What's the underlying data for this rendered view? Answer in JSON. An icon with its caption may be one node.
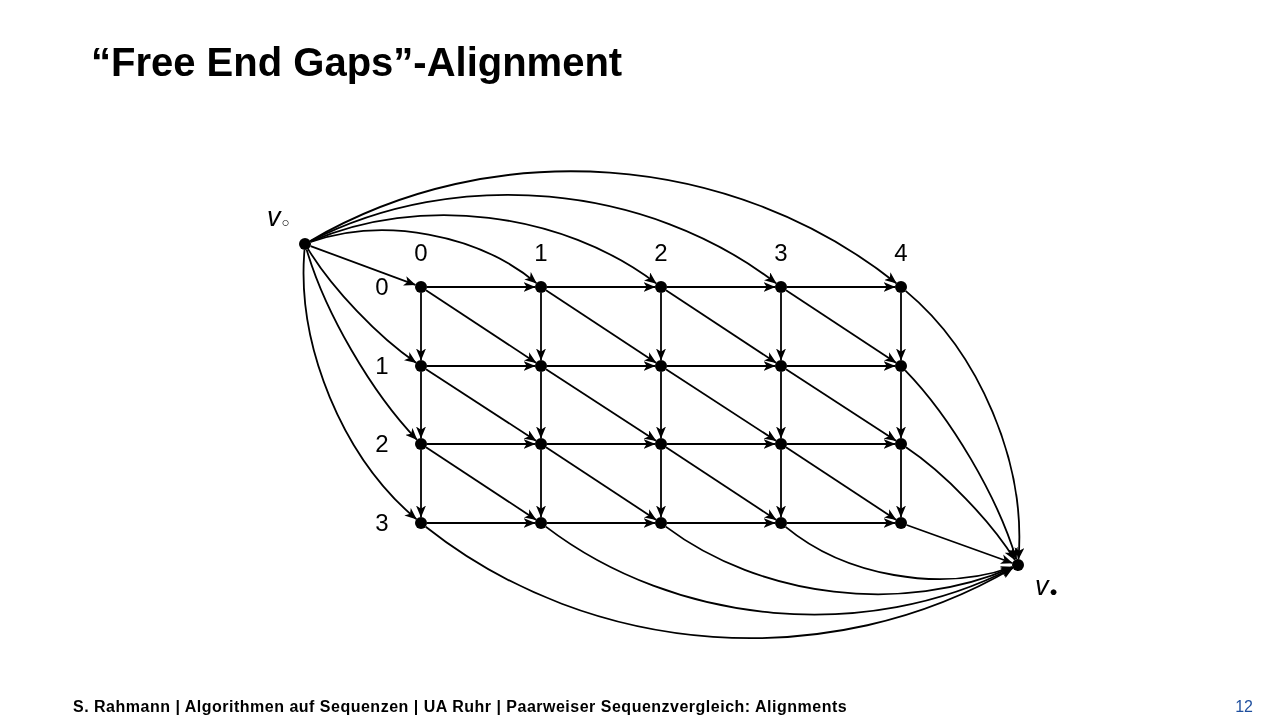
{
  "diagram": {
    "title": "“Free End Gaps”-Alignment",
    "nodes": [
      {
        "text": [],
        "shape": "circle",
        "beside": [
          "v$_{○}$"
        ]
      },
      {
        "text": [],
        "shape": "circle"
      },
      {
        "text": [],
        "shape": "circle"
      },
      {
        "text": [],
        "shape": "circle"
      },
      {
        "text": [],
        "shape": "circle"
      },
      {
        "text": [],
        "shape": "circle"
      },
      {
        "text": [],
        "shape": "circle"
      },
      {
        "text": [],
        "shape": "circle"
      },
      {
        "text": [],
        "shape": "circle"
      },
      {
        "text": [],
        "shape": "circle"
      },
      {
        "text": [],
        "shape": "circle"
      },
      {
        "text": [],
        "shape": "circle"
      },
      {
        "text": [],
        "shape": "circle"
      },
      {
        "text": [],
        "shape": "circle"
      },
      {
        "text": [],
        "shape": "circle"
      },
      {
        "text": [],
        "shape": "circle"
      },
      {
        "text": [],
        "shape": "circle"
      },
      {
        "text": [],
        "shape": "circle"
      },
      {
        "text": [],
        "shape": "circle"
      },
      {
        "text": [],
        "shape": "circle"
      },
      {
        "text": [],
        "shape": "circle"
      },
      {
        "text": [],
        "shape": "circle",
        "beside": [
          "v$_{●}$"
        ]
      }
    ],
    "edges": [
      {
        "from": 0,
        "to": 1,
        "arrow": "to"
      },
      {
        "from": 0,
        "to": 2,
        "arrow": "to"
      },
      {
        "from": 0,
        "to": 3,
        "arrow": "to"
      },
      {
        "from": 0,
        "to": 4,
        "arrow": "to"
      },
      {
        "from": 0,
        "to": 5,
        "arrow": "to"
      },
      {
        "from": 0,
        "to": 6,
        "arrow": "to"
      },
      {
        "from": 0,
        "to": 11,
        "arrow": "to"
      },
      {
        "from": 0,
        "to": 16,
        "arrow": "to"
      },
      {
        "from": 1,
        "to": 2,
        "arrow": "to"
      },
      {
        "from": 1,
        "to": 6,
        "arrow": "to"
      },
      {
        "from": 1,
        "to": 7,
        "arrow": "to"
      },
      {
        "from": 2,
        "to": 3,
        "arrow": "to"
      },
      {
        "from": 2,
        "to": 7,
        "arrow": "to"
      },
      {
        "from": 2,
        "to": 8,
        "arrow": "to"
      },
      {
        "from": 3,
        "to": 4,
        "arrow": "to"
      },
      {
        "from": 3,
        "to": 8,
        "arrow": "to"
      },
      {
        "from": 3,
        "to": 9,
        "arrow": "to"
      },
      {
        "from": 4,
        "to": 5,
        "arrow": "to"
      },
      {
        "from": 4,
        "to": 9,
        "arrow": "to"
      },
      {
        "from": 4,
        "to": 10,
        "arrow": "to"
      },
      {
        "from": 5,
        "to": 10,
        "arrow": "to"
      },
      {
        "from": 6,
        "to": 7,
        "arrow": "to"
      },
      {
        "from": 6,
        "to": 11,
        "arrow": "to"
      },
      {
        "from": 6,
        "to": 12,
        "arrow": "to"
      },
      {
        "from": 7,
        "to": 8,
        "arrow": "to"
      },
      {
        "from": 7,
        "to": 12,
        "arrow": "to"
      },
      {
        "from": 7,
        "to": 13,
        "arrow": "to"
      },
      {
        "from": 8,
        "to": 9,
        "arrow": "to"
      },
      {
        "from": 8,
        "to": 13,
        "arrow": "to"
      },
      {
        "from": 8,
        "to": 14,
        "arrow": "to"
      },
      {
        "from": 9,
        "to": 10,
        "arrow": "to"
      },
      {
        "from": 9,
        "to": 14,
        "arrow": "to"
      },
      {
        "from": 9,
        "to": 15,
        "arrow": "to"
      },
      {
        "from": 10,
        "to": 15,
        "arrow": "to"
      },
      {
        "from": 11,
        "to": 12,
        "arrow": "to"
      },
      {
        "from": 11,
        "to": 16,
        "arrow": "to"
      },
      {
        "from": 11,
        "to": 17,
        "arrow": "to"
      },
      {
        "from": 12,
        "to": 13,
        "arrow": "to"
      },
      {
        "from": 12,
        "to": 17,
        "arrow": "to"
      },
      {
        "from": 12,
        "to": 18,
        "arrow": "to"
      },
      {
        "from": 13,
        "to": 14,
        "arrow": "to"
      },
      {
        "from": 13,
        "to": 18,
        "arrow": "to"
      },
      {
        "from": 13,
        "to": 19,
        "arrow": "to"
      },
      {
        "from": 14,
        "to": 15,
        "arrow": "to"
      },
      {
        "from": 14,
        "to": 19,
        "arrow": "to"
      },
      {
        "from": 14,
        "to": 20,
        "arrow": "to"
      },
      {
        "from": 15,
        "to": 20,
        "arrow": "to"
      },
      {
        "from": 16,
        "to": 17,
        "arrow": "to"
      },
      {
        "from": 17,
        "to": 18,
        "arrow": "to"
      },
      {
        "from": 18,
        "to": 19,
        "arrow": "to"
      },
      {
        "from": 19,
        "to": 20,
        "arrow": "to"
      },
      {
        "from": 5,
        "to": 21,
        "arrow": "to"
      },
      {
        "from": 10,
        "to": 21,
        "arrow": "to"
      },
      {
        "from": 15,
        "to": 21,
        "arrow": "to"
      },
      {
        "from": 16,
        "to": 21,
        "arrow": "to"
      },
      {
        "from": 17,
        "to": 21,
        "arrow": "to"
      },
      {
        "from": 18,
        "to": 21,
        "arrow": "to"
      },
      {
        "from": 19,
        "to": 21,
        "arrow": "to"
      },
      {
        "from": 20,
        "to": 21,
        "arrow": "to"
      }
    ],
    "labels": [
      "0",
      "1",
      "2",
      "3",
      "4",
      "0",
      "1",
      "2",
      "3",
      "S. Rahmann | Algorithmen auf Sequenzen | UA Ruhr | Paarweiser Sequenzvergleich: Alignments",
      "12"
    ]
  }
}
